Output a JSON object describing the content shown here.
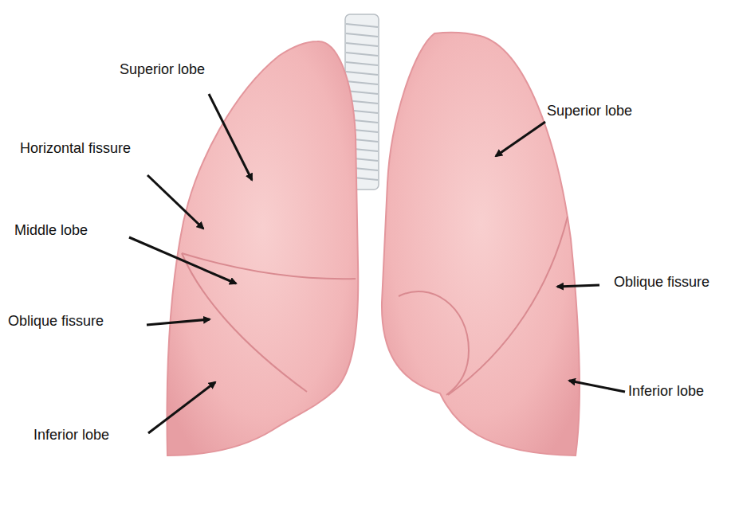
{
  "diagram": {
    "labels": [
      "Superior lobe",
      "Superior lobe",
      "Horizontal fissure",
      "Middle lobe",
      "Oblique fissure",
      "Oblique fissure",
      "Inferior lobe",
      "Inferior lobe"
    ]
  }
}
